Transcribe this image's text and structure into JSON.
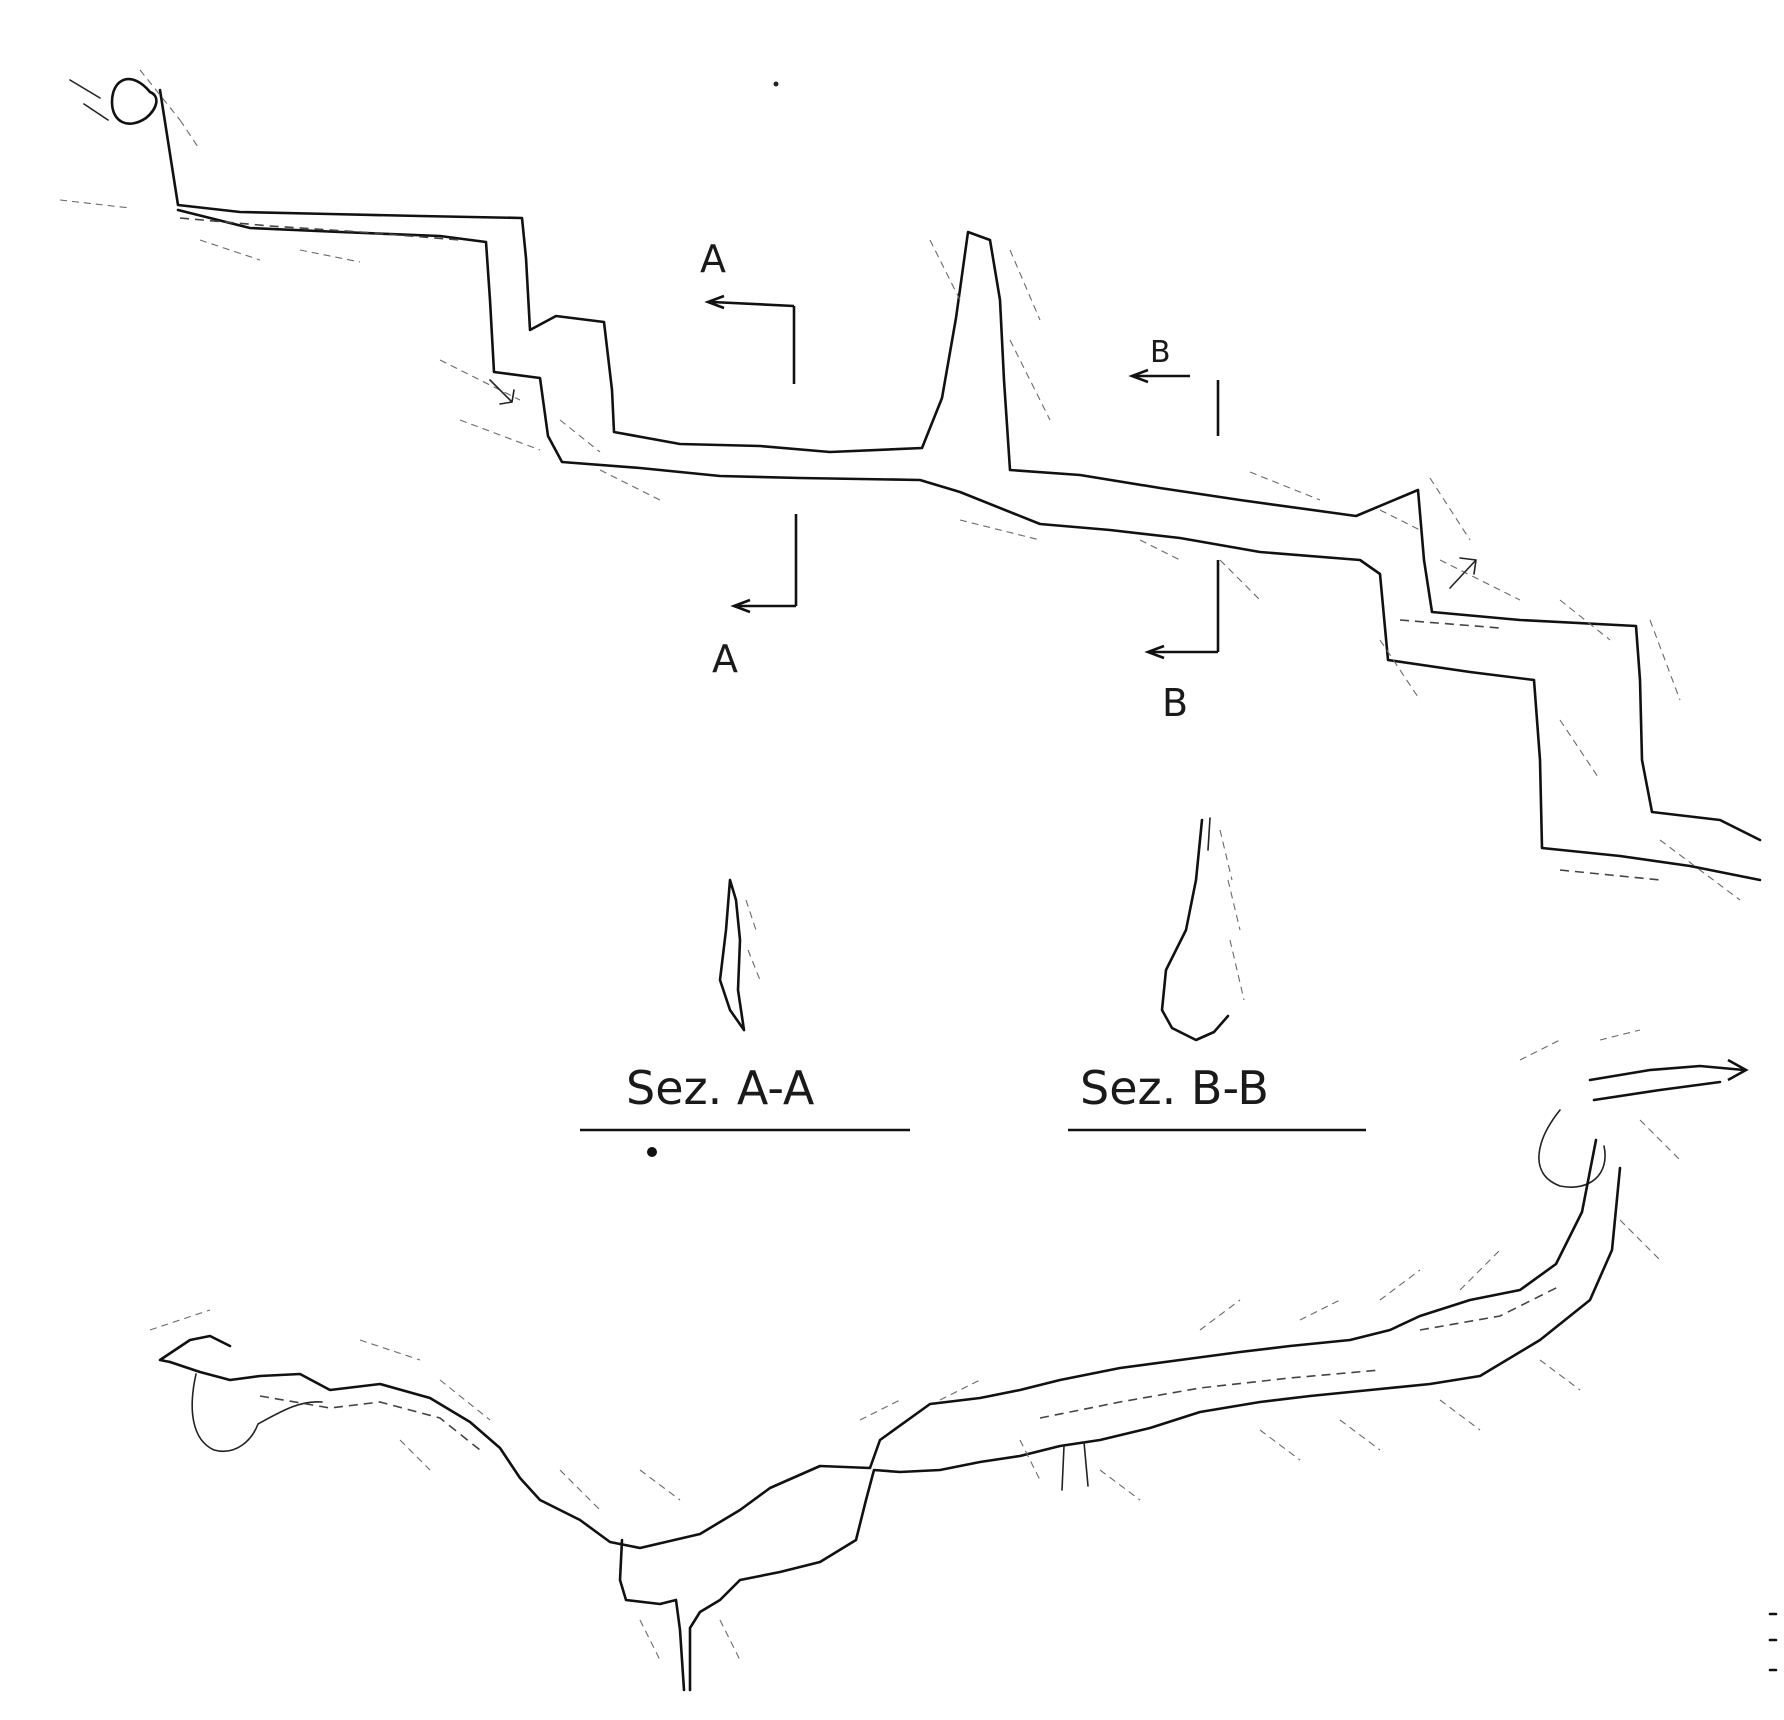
{
  "section_markers": {
    "a_top": "A",
    "a_bottom": "A",
    "b_top": "B",
    "b_bottom": "B"
  },
  "captions": {
    "section_a": "Sez. A-A",
    "section_b": "Sez. B-B"
  }
}
